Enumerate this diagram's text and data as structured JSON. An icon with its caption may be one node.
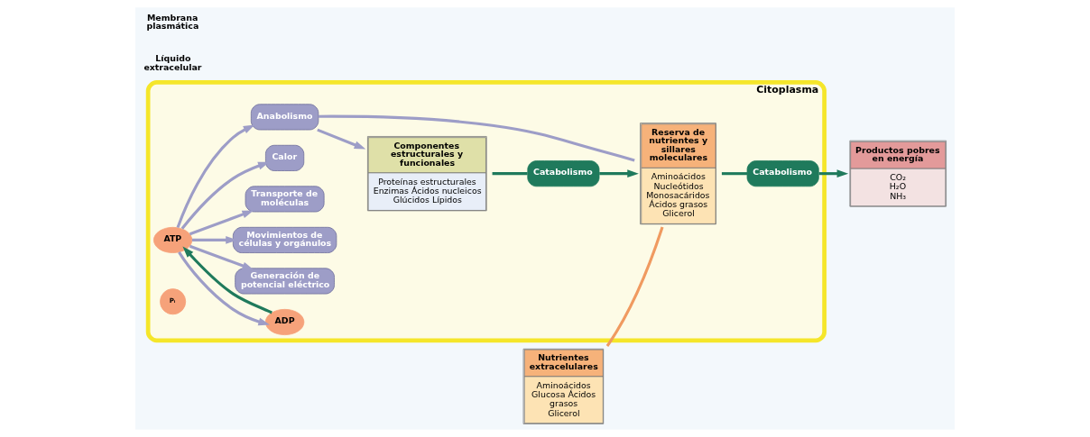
{
  "diagram": {
    "nodes": [
      {
        "text": [
          "Citoplasma"
        ]
      },
      {
        "text": [
          "ATP"
        ],
        "in": 0
      },
      {
        "text": [
          "ADP"
        ],
        "in": 0
      },
      {
        "text": [
          "Pᵢ"
        ],
        "in": 0
      },
      {
        "text": [
          "Generación de potencial eléctrico"
        ],
        "in": 0
      },
      {
        "text": [
          "Movimientos de células y orgánulos"
        ],
        "in": 0
      },
      {
        "text": [
          "Transporte de moléculas"
        ],
        "in": 0
      },
      {
        "text": [
          "Calor"
        ],
        "in": 0
      },
      {
        "text": [
          "Anabolismo"
        ],
        "in": 0
      },
      {
        "text": [
          "Componentes estructurales y funcionales",
          "Proteínas estructurales Enzimas Ácidos nucleicos Glúcidos Lípidos"
        ],
        "in": 0
      },
      {
        "text": [
          "Catabolismo"
        ],
        "in": 0
      },
      {
        "text": [
          "Reserva de nutrientes y sillares moleculares",
          "Aminoácidos Nucleótidos Monosacáridos Ácidos grasos Glicerol"
        ],
        "in": 0
      },
      {
        "text": [
          "Catabolismo"
        ],
        "in": 0
      },
      {
        "text": [
          "Productos pobres en energía",
          "CO₂ H₂O NH₃"
        ]
      },
      {
        "text": [
          "Nutrientes extracelulares",
          "Aminoácidos Glucosa Ácidos grasos Glicerol"
        ]
      }
    ],
    "edges": [
      {
        "from": 1,
        "to": 4,
        "arrow": "to"
      },
      {
        "from": 1,
        "to": 5,
        "arrow": "to"
      },
      {
        "from": 1,
        "to": 6,
        "arrow": "to"
      },
      {
        "from": 1,
        "to": 7,
        "arrow": "to"
      },
      {
        "from": 1,
        "to": 8,
        "arrow": "to"
      },
      {
        "from": 1,
        "to": 2,
        "arrow": "to"
      },
      {
        "from": 2,
        "to": 1,
        "arrow": "to",
        "color": "#1f7a5c"
      },
      {
        "from": 11,
        "to": 8,
        "arrow": "none"
      },
      {
        "from": 8,
        "to": 9,
        "arrow": "to"
      },
      {
        "from": 9,
        "to": 10,
        "arrow": "none",
        "color": "#1f7a5c"
      },
      {
        "from": 10,
        "to": 11,
        "arrow": "to",
        "color": "#1f7a5c"
      },
      {
        "from": 11,
        "to": 12,
        "arrow": "none",
        "color": "#1f7a5c"
      },
      {
        "from": 12,
        "to": 13,
        "arrow": "to",
        "color": "#1f7a5c"
      },
      {
        "from": 14,
        "to": 11,
        "arrow": "none",
        "color": "#f09a60"
      }
    ],
    "labels": [
      "Líquido extracelular",
      "Membrana plasmática"
    ]
  }
}
